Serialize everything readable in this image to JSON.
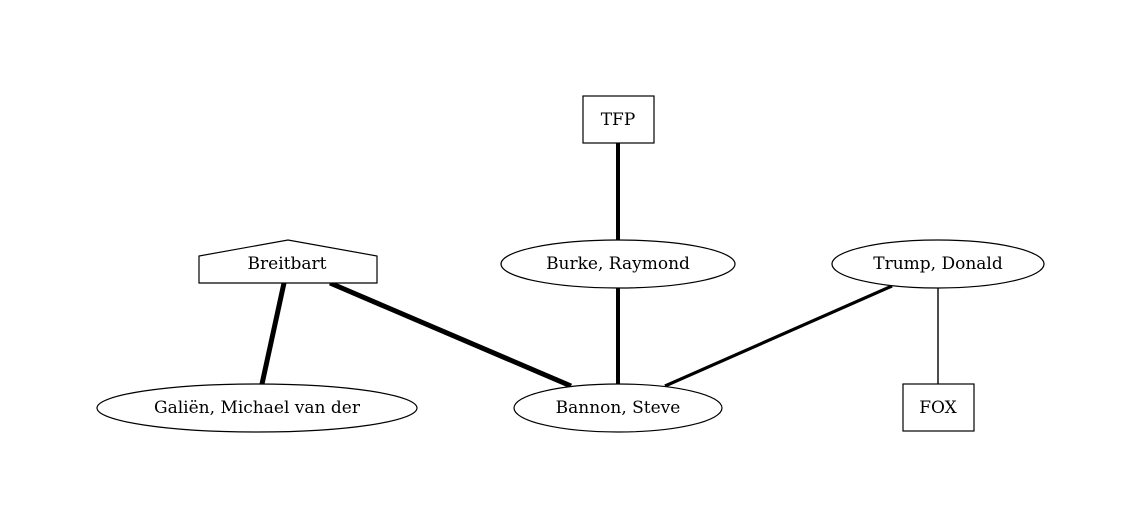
{
  "diagram": {
    "nodes": {
      "tfp": {
        "label": "TFP",
        "shape": "box",
        "stroke": "#ff0000"
      },
      "breitbart": {
        "label": "Breitbart",
        "shape": "house",
        "stroke": "#000000"
      },
      "burke": {
        "label": "Burke, Raymond",
        "shape": "ellipse",
        "stroke": "#000000"
      },
      "trump": {
        "label": "Trump, Donald",
        "shape": "ellipse",
        "stroke": "#000000"
      },
      "galien": {
        "label": "Galiën, Michael van der",
        "shape": "ellipse",
        "stroke": "#000000"
      },
      "bannon": {
        "label": "Bannon, Steve",
        "shape": "ellipse",
        "stroke": "#000000"
      },
      "fox": {
        "label": "FOX",
        "shape": "box",
        "stroke": "#000000"
      }
    },
    "edges": [
      {
        "from": "TFP",
        "to": "Burke, Raymond",
        "weight": "heavy"
      },
      {
        "from": "Burke, Raymond",
        "to": "Bannon, Steve",
        "weight": "heavy"
      },
      {
        "from": "Breitbart",
        "to": "Galiën, Michael van der",
        "weight": "heavy"
      },
      {
        "from": "Breitbart",
        "to": "Bannon, Steve",
        "weight": "heavy"
      },
      {
        "from": "Trump, Donald",
        "to": "Bannon, Steve",
        "weight": "medium"
      },
      {
        "from": "Trump, Donald",
        "to": "FOX",
        "weight": "thin"
      }
    ]
  }
}
